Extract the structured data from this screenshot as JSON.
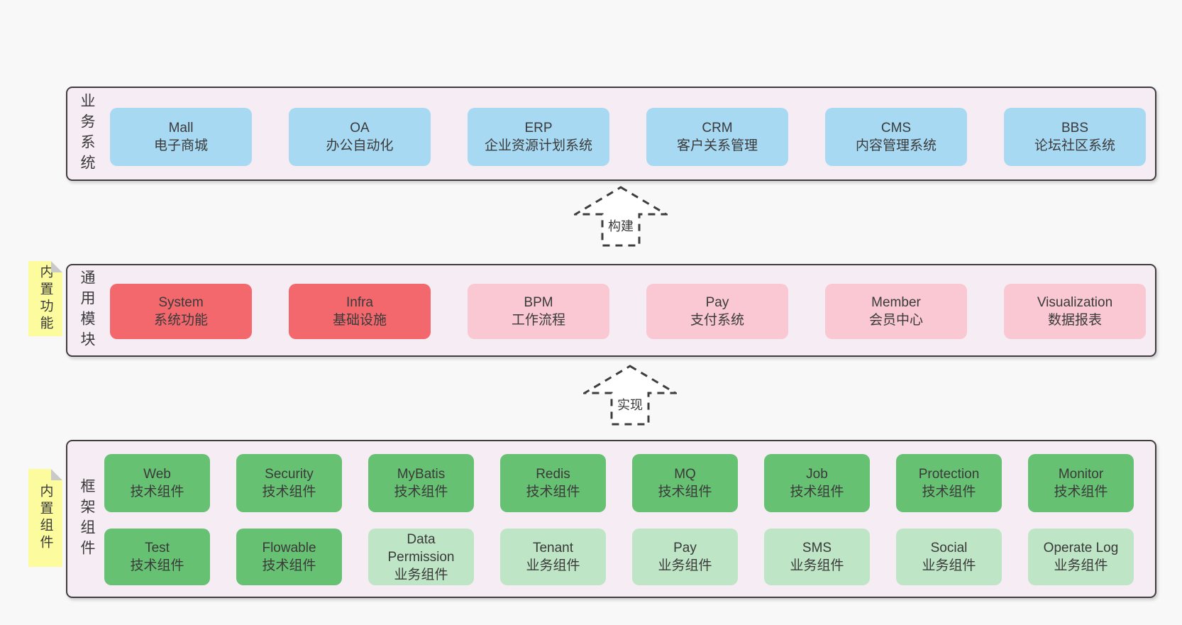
{
  "colors": {
    "page-bg": "#f8f8f8",
    "layer-bg": "#f6ecf4",
    "layer-border": "#413d3f",
    "blue": "#a8d9f3",
    "red": "#f2686d",
    "pink": "#f9c8d2",
    "green": "#67c172",
    "lightgreen": "#bee5c5",
    "note-yellow": "#fcfc9e",
    "note-fold": "#c9c9c9",
    "text": "#3a3a3a"
  },
  "arrows": [
    {
      "label": "构建"
    },
    {
      "label": "实现"
    }
  ],
  "notes": [
    {
      "text": "内置功能"
    },
    {
      "text": "内置组件"
    }
  ],
  "layers": [
    {
      "title": "业务系统",
      "rows": [
        [
          {
            "name": "Mall",
            "desc": "电子商城"
          },
          {
            "name": "OA",
            "desc": "办公自动化"
          },
          {
            "name": "ERP",
            "desc": "企业资源计划系统"
          },
          {
            "name": "CRM",
            "desc": "客户关系管理"
          },
          {
            "name": "CMS",
            "desc": "内容管理系统"
          },
          {
            "name": "BBS",
            "desc": "论坛社区系统"
          }
        ]
      ]
    },
    {
      "title": "通用模块",
      "rows": [
        [
          {
            "name": "System",
            "desc": "系统功能"
          },
          {
            "name": "Infra",
            "desc": "基础设施"
          },
          {
            "name": "BPM",
            "desc": "工作流程"
          },
          {
            "name": "Pay",
            "desc": "支付系统"
          },
          {
            "name": "Member",
            "desc": "会员中心"
          },
          {
            "name": "Visualization",
            "desc": "数据报表"
          }
        ]
      ]
    },
    {
      "title": "框架组件",
      "rows": [
        [
          {
            "name": "Web",
            "desc": "技术组件"
          },
          {
            "name": "Security",
            "desc": "技术组件"
          },
          {
            "name": "MyBatis",
            "desc": "技术组件"
          },
          {
            "name": "Redis",
            "desc": "技术组件"
          },
          {
            "name": "MQ",
            "desc": "技术组件"
          },
          {
            "name": "Job",
            "desc": "技术组件"
          },
          {
            "name": "Protection",
            "desc": "技术组件"
          },
          {
            "name": "Monitor",
            "desc": "技术组件"
          }
        ],
        [
          {
            "name": "Test",
            "desc": "技术组件"
          },
          {
            "name": "Flowable",
            "desc": "技术组件"
          },
          {
            "name": "Data Permission",
            "desc": "业务组件"
          },
          {
            "name": "Tenant",
            "desc": "业务组件"
          },
          {
            "name": "Pay",
            "desc": "业务组件"
          },
          {
            "name": "SMS",
            "desc": "业务组件"
          },
          {
            "name": "Social",
            "desc": "业务组件"
          },
          {
            "name": "Operate Log",
            "desc": "业务组件"
          }
        ]
      ]
    }
  ]
}
